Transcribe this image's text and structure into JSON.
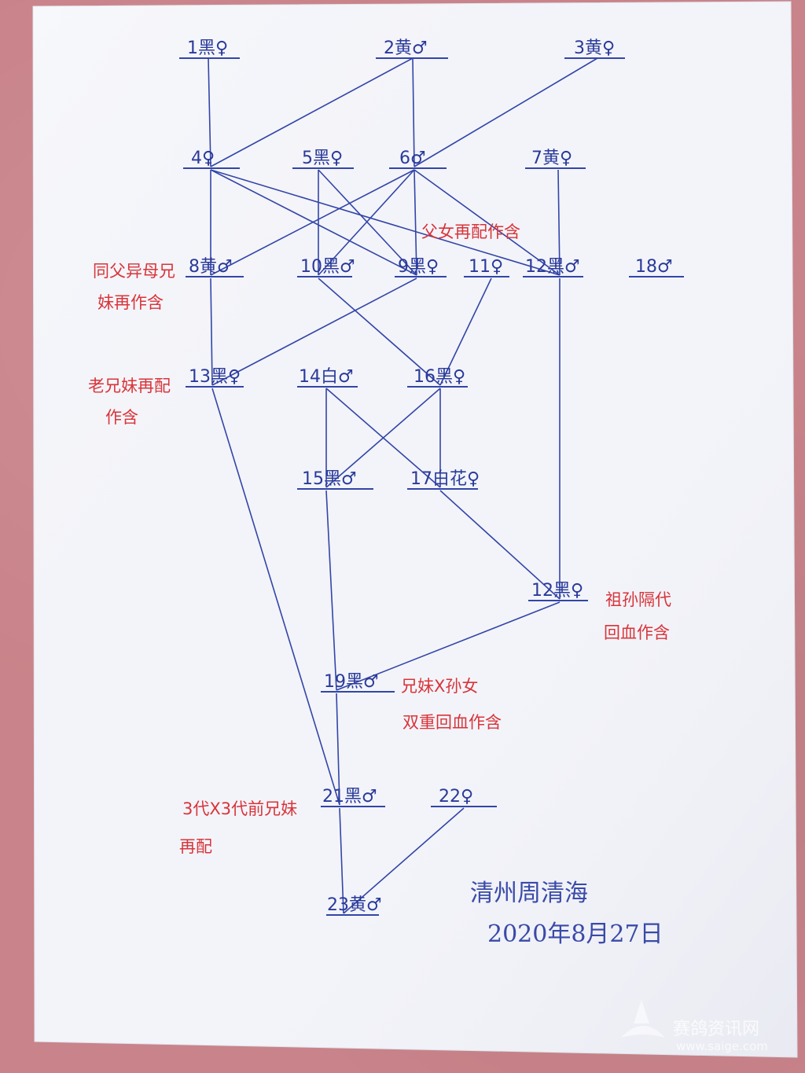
{
  "pedigree": {
    "nodes": [
      {
        "id": "n1",
        "label": "1黑♀"
      },
      {
        "id": "n2",
        "label": "2黄♂"
      },
      {
        "id": "n3",
        "label": "3黄♀"
      },
      {
        "id": "n4",
        "label": "4♀"
      },
      {
        "id": "n5",
        "label": "5黑♀"
      },
      {
        "id": "n6",
        "label": "6♂"
      },
      {
        "id": "n7",
        "label": "7黄♀"
      },
      {
        "id": "n8",
        "label": "8黄♂"
      },
      {
        "id": "n10",
        "label": "10黑♂"
      },
      {
        "id": "n9",
        "label": "9黑♀"
      },
      {
        "id": "n11",
        "label": "11♀"
      },
      {
        "id": "n12a",
        "label": "12黑♂"
      },
      {
        "id": "n18",
        "label": "18♂"
      },
      {
        "id": "n13",
        "label": "13黑♀"
      },
      {
        "id": "n14",
        "label": "14白♂"
      },
      {
        "id": "n16",
        "label": "16黑♀"
      },
      {
        "id": "n15",
        "label": "15黑♂"
      },
      {
        "id": "n17",
        "label": "17白花♀"
      },
      {
        "id": "n12b",
        "label": "12黑♀"
      },
      {
        "id": "n19",
        "label": "19黑♂"
      },
      {
        "id": "n21",
        "label": "21黑♂"
      },
      {
        "id": "n22",
        "label": "22♀"
      },
      {
        "id": "n23",
        "label": "23黄♂"
      }
    ],
    "notes": [
      {
        "id": "note-8",
        "lines": [
          "同父异母兄",
          "妹再作含"
        ]
      },
      {
        "id": "note-13",
        "lines": [
          "老兄妹再配",
          "作含"
        ]
      },
      {
        "id": "note-6",
        "lines": [
          "父女再配作含"
        ]
      },
      {
        "id": "note-12",
        "lines": [
          "祖孙隔代",
          "回血作含"
        ]
      },
      {
        "id": "note-19",
        "lines": [
          "兄妹X孙女",
          "双重回血作含"
        ]
      },
      {
        "id": "note-21",
        "lines": [
          "3代X3代前兄妹",
          "再配"
        ]
      }
    ],
    "signature": {
      "line1": "清州周清海",
      "line2": "2020年8月27日"
    }
  },
  "watermark": {
    "name": "赛鸽资讯网",
    "url": "www.saige.com"
  },
  "colors": {
    "ink_blue": "#2a3a9a",
    "ink_red": "#d9343a",
    "paper": "#f2f3f8",
    "background": "#c9838a"
  }
}
